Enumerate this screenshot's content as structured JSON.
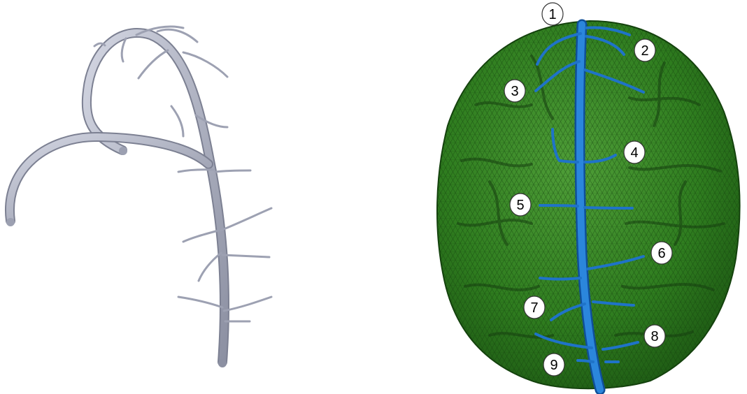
{
  "figure": {
    "left_panel": {
      "subject": "vessel-tree-model",
      "tube_color": "#aeb2c2"
    },
    "right_panel": {
      "subject": "brain-mesh-with-vessels",
      "mesh_color": "#2f7d1f",
      "vessel_color": "#1f73c8",
      "labels": [
        "1",
        "2",
        "3",
        "4",
        "5",
        "6",
        "7",
        "8",
        "9"
      ]
    }
  }
}
